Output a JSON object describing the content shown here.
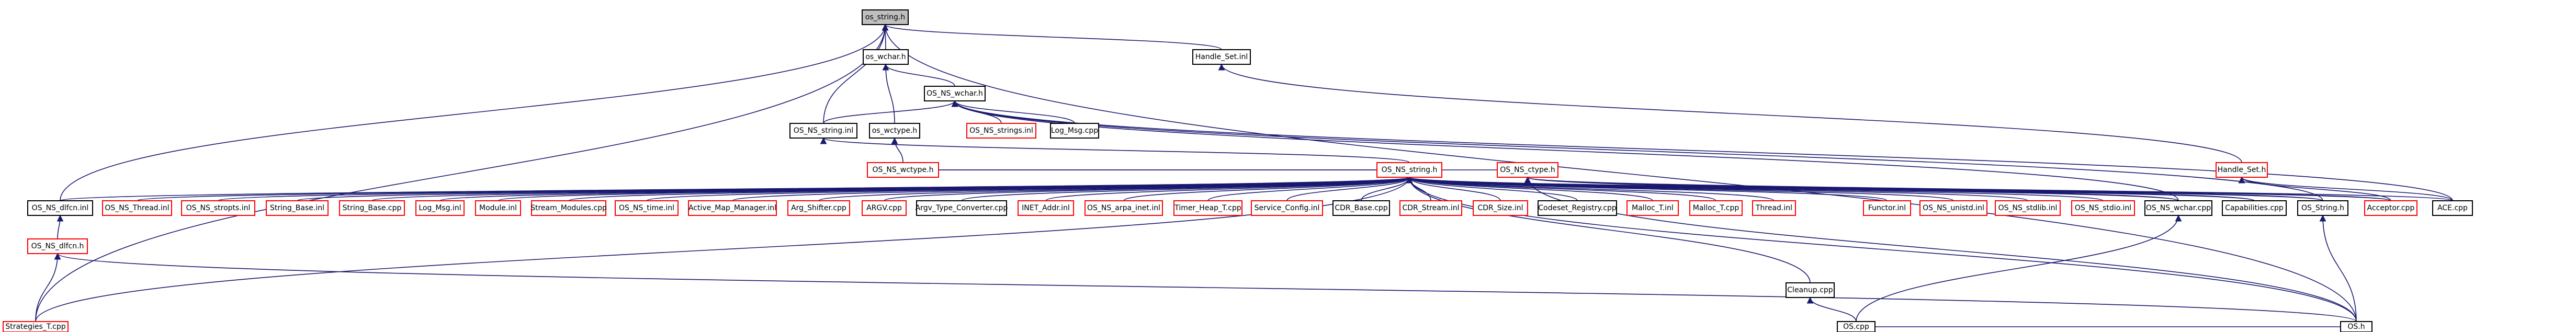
{
  "colors": {
    "edge": "#191970",
    "node_border": "#000000",
    "missing_node_border": "#ff0000",
    "root_fill": "#bfbfbf",
    "background": "#ffffff"
  },
  "nodes": [
    {
      "id": "os_string_h",
      "label": "os_string.h",
      "variant": "root"
    },
    {
      "id": "os_wchar_h",
      "label": "os_wchar.h",
      "variant": "normal"
    },
    {
      "id": "handle_set_inl",
      "label": "Handle_Set.inl",
      "variant": "normal"
    },
    {
      "id": "os_ns_wchar_h",
      "label": "OS_NS_wchar.h",
      "variant": "normal"
    },
    {
      "id": "os_ns_string_inl",
      "label": "OS_NS_string.inl",
      "variant": "normal"
    },
    {
      "id": "os_wctype_h",
      "label": "os_wctype.h",
      "variant": "normal"
    },
    {
      "id": "os_ns_strings_inl",
      "label": "OS_NS_strings.inl",
      "variant": "missing"
    },
    {
      "id": "log_msg_cpp",
      "label": "Log_Msg.cpp",
      "variant": "normal"
    },
    {
      "id": "os_wctype_h2",
      "label": "OS_NS_wctype.h",
      "variant": "missing"
    },
    {
      "id": "os_ns_string_h",
      "label": "OS_NS_string.h",
      "variant": "missing"
    },
    {
      "id": "os_ns_ctype_h",
      "label": "OS_NS_ctype.h",
      "variant": "missing"
    },
    {
      "id": "handle_set_h",
      "label": "Handle_Set.h",
      "variant": "missing"
    },
    {
      "id": "os_ns_dlfcn_inl",
      "label": "OS_NS_dlfcn.inl",
      "variant": "normal"
    },
    {
      "id": "os_ns_thread_inl",
      "label": "OS_NS_Thread.inl",
      "variant": "missing"
    },
    {
      "id": "os_ns_stropts_inl",
      "label": "OS_NS_stropts.inl",
      "variant": "missing"
    },
    {
      "id": "string_base_inl",
      "label": "String_Base.inl",
      "variant": "missing"
    },
    {
      "id": "string_base_cpp",
      "label": "String_Base.cpp",
      "variant": "missing"
    },
    {
      "id": "log_msg_inl",
      "label": "Log_Msg.inl",
      "variant": "missing"
    },
    {
      "id": "module_inl",
      "label": "Module.inl",
      "variant": "missing"
    },
    {
      "id": "stream_modules_cpp",
      "label": "Stream_Modules.cpp",
      "variant": "missing"
    },
    {
      "id": "os_ns_time_inl",
      "label": "OS_NS_time.inl",
      "variant": "missing"
    },
    {
      "id": "active_map_manager_inl",
      "label": "Active_Map_Manager.inl",
      "variant": "missing"
    },
    {
      "id": "arg_shifter_cpp",
      "label": "Arg_Shifter.cpp",
      "variant": "missing"
    },
    {
      "id": "argv_cpp",
      "label": "ARGV.cpp",
      "variant": "missing"
    },
    {
      "id": "argv_type_converter_cpp",
      "label": "Argv_Type_Converter.cpp",
      "variant": "normal"
    },
    {
      "id": "inet_addr_inl",
      "label": "INET_Addr.inl",
      "variant": "missing"
    },
    {
      "id": "os_ns_arpa_inet_inl",
      "label": "OS_NS_arpa_inet.inl",
      "variant": "missing"
    },
    {
      "id": "timer_heap_t_cpp",
      "label": "Timer_Heap_T.cpp",
      "variant": "missing"
    },
    {
      "id": "service_config_inl",
      "label": "Service_Config.inl",
      "variant": "missing"
    },
    {
      "id": "cdr_base_cpp",
      "label": "CDR_Base.cpp",
      "variant": "normal"
    },
    {
      "id": "cdr_stream_inl",
      "label": "CDR_Stream.inl",
      "variant": "missing"
    },
    {
      "id": "cdr_size_inl",
      "label": "CDR_Size.inl",
      "variant": "missing"
    },
    {
      "id": "codeset_registry_cpp",
      "label": "Codeset_Registry.cpp",
      "variant": "normal"
    },
    {
      "id": "malloc_t_inl",
      "label": "Malloc_T.inl",
      "variant": "missing"
    },
    {
      "id": "malloc_t_cpp",
      "label": "Malloc_T.cpp",
      "variant": "missing"
    },
    {
      "id": "thread_inl",
      "label": "Thread.inl",
      "variant": "missing"
    },
    {
      "id": "functor_inl",
      "label": "Functor.inl",
      "variant": "missing"
    },
    {
      "id": "os_ns_unistd_inl",
      "label": "OS_NS_unistd.inl",
      "variant": "missing"
    },
    {
      "id": "os_ns_stdlib_inl",
      "label": "OS_NS_stdlib.inl",
      "variant": "missing"
    },
    {
      "id": "os_ns_stdio_inl",
      "label": "OS_NS_stdio.inl",
      "variant": "missing"
    },
    {
      "id": "os_ns_wchar_cpp",
      "label": "OS_NS_wchar.cpp",
      "variant": "normal"
    },
    {
      "id": "capabilities_cpp",
      "label": "Capabilities.cpp",
      "variant": "normal"
    },
    {
      "id": "os_string_h2",
      "label": "OS_String.h",
      "variant": "normal"
    },
    {
      "id": "acceptor_cpp",
      "label": "Acceptor.cpp",
      "variant": "missing"
    },
    {
      "id": "ace_cpp",
      "label": "ACE.cpp",
      "variant": "normal"
    },
    {
      "id": "os_ns_dlfcn_h",
      "label": "OS_NS_dlfcn.h",
      "variant": "missing"
    },
    {
      "id": "cleanup_cpp",
      "label": "Cleanup.cpp",
      "variant": "normal"
    },
    {
      "id": "strategies_t_cpp",
      "label": "Strategies_T.cpp",
      "variant": "missing"
    },
    {
      "id": "os_h",
      "label": "OS.h",
      "variant": "normal"
    },
    {
      "id": "os_cpp",
      "label": "OS.cpp",
      "variant": "normal"
    }
  ],
  "edges": [
    {
      "from": "os_wchar_h",
      "to": "os_string_h"
    },
    {
      "from": "handle_set_inl",
      "to": "os_string_h"
    },
    {
      "from": "os_ns_string_inl",
      "to": "os_string_h"
    },
    {
      "from": "os_ns_dlfcn_inl",
      "to": "os_string_h"
    },
    {
      "from": "strategies_t_cpp",
      "to": "os_string_h"
    },
    {
      "from": "os_h",
      "to": "os_string_h"
    },
    {
      "from": "os_ns_wchar_h",
      "to": "os_wchar_h"
    },
    {
      "from": "os_wctype_h",
      "to": "os_wchar_h"
    },
    {
      "from": "os_ns_string_inl",
      "to": "os_ns_wchar_h"
    },
    {
      "from": "os_ns_strings_inl",
      "to": "os_ns_wchar_h"
    },
    {
      "from": "log_msg_cpp",
      "to": "os_ns_wchar_h"
    },
    {
      "from": "os_ns_wchar_cpp",
      "to": "os_ns_wchar_h"
    },
    {
      "from": "os_string_h2",
      "to": "os_ns_wchar_h"
    },
    {
      "from": "ace_cpp",
      "to": "os_ns_wchar_h"
    },
    {
      "from": "os_wctype_h2",
      "to": "os_wctype_h"
    },
    {
      "from": "os_ns_string_h",
      "to": "os_ns_string_inl"
    },
    {
      "from": "os_ns_string_h",
      "to": "os_wctype_h2"
    },
    {
      "from": "handle_set_h",
      "to": "handle_set_inl"
    },
    {
      "from": "os_ns_ctype_h",
      "to": "os_wctype_h2"
    },
    {
      "from": "os_ns_dlfcn_inl",
      "to": "os_ns_string_h"
    },
    {
      "from": "os_ns_thread_inl",
      "to": "os_ns_string_h"
    },
    {
      "from": "os_ns_stropts_inl",
      "to": "os_ns_string_h"
    },
    {
      "from": "string_base_inl",
      "to": "os_ns_string_h"
    },
    {
      "from": "string_base_cpp",
      "to": "os_ns_string_h"
    },
    {
      "from": "log_msg_inl",
      "to": "os_ns_string_h"
    },
    {
      "from": "module_inl",
      "to": "os_ns_string_h"
    },
    {
      "from": "stream_modules_cpp",
      "to": "os_ns_string_h"
    },
    {
      "from": "os_ns_time_inl",
      "to": "os_ns_string_h"
    },
    {
      "from": "active_map_manager_inl",
      "to": "os_ns_string_h"
    },
    {
      "from": "arg_shifter_cpp",
      "to": "os_ns_string_h"
    },
    {
      "from": "argv_cpp",
      "to": "os_ns_string_h"
    },
    {
      "from": "argv_type_converter_cpp",
      "to": "os_ns_string_h"
    },
    {
      "from": "inet_addr_inl",
      "to": "os_ns_string_h"
    },
    {
      "from": "os_ns_arpa_inet_inl",
      "to": "os_ns_string_h"
    },
    {
      "from": "timer_heap_t_cpp",
      "to": "os_ns_string_h"
    },
    {
      "from": "service_config_inl",
      "to": "os_ns_string_h"
    },
    {
      "from": "cdr_base_cpp",
      "to": "os_ns_string_h"
    },
    {
      "from": "cdr_stream_inl",
      "to": "os_ns_string_h"
    },
    {
      "from": "cdr_size_inl",
      "to": "os_ns_string_h"
    },
    {
      "from": "codeset_registry_cpp",
      "to": "os_ns_string_h"
    },
    {
      "from": "malloc_t_inl",
      "to": "os_ns_string_h"
    },
    {
      "from": "malloc_t_cpp",
      "to": "os_ns_string_h"
    },
    {
      "from": "thread_inl",
      "to": "os_ns_string_h"
    },
    {
      "from": "functor_inl",
      "to": "os_ns_string_h"
    },
    {
      "from": "os_ns_unistd_inl",
      "to": "os_ns_string_h"
    },
    {
      "from": "os_ns_stdlib_inl",
      "to": "os_ns_string_h"
    },
    {
      "from": "os_ns_stdio_inl",
      "to": "os_ns_string_h"
    },
    {
      "from": "os_ns_wchar_cpp",
      "to": "os_ns_string_h"
    },
    {
      "from": "capabilities_cpp",
      "to": "os_ns_string_h"
    },
    {
      "from": "os_string_h2",
      "to": "os_ns_string_h"
    },
    {
      "from": "acceptor_cpp",
      "to": "os_ns_string_h"
    },
    {
      "from": "ace_cpp",
      "to": "os_ns_string_h"
    },
    {
      "from": "cleanup_cpp",
      "to": "os_ns_string_h"
    },
    {
      "from": "os_h",
      "to": "os_ns_string_h"
    },
    {
      "from": "strategies_t_cpp",
      "to": "os_ns_string_h"
    },
    {
      "from": "os_ns_wchar_cpp",
      "to": "os_ns_ctype_h"
    },
    {
      "from": "capabilities_cpp",
      "to": "os_ns_ctype_h"
    },
    {
      "from": "os_string_h2",
      "to": "os_ns_ctype_h"
    },
    {
      "from": "acceptor_cpp",
      "to": "os_ns_ctype_h"
    },
    {
      "from": "os_h",
      "to": "os_ns_ctype_h"
    },
    {
      "from": "acceptor_cpp",
      "to": "handle_set_h"
    },
    {
      "from": "ace_cpp",
      "to": "handle_set_h"
    },
    {
      "from": "os_ns_dlfcn_h",
      "to": "os_ns_dlfcn_inl"
    },
    {
      "from": "strategies_t_cpp",
      "to": "os_ns_dlfcn_h"
    },
    {
      "from": "os_h",
      "to": "os_ns_dlfcn_h"
    },
    {
      "from": "os_h",
      "to": "os_string_h2"
    },
    {
      "from": "os_cpp",
      "to": "os_h"
    },
    {
      "from": "os_cpp",
      "to": "os_ns_wchar_cpp"
    },
    {
      "from": "os_cpp",
      "to": "cleanup_cpp"
    }
  ]
}
